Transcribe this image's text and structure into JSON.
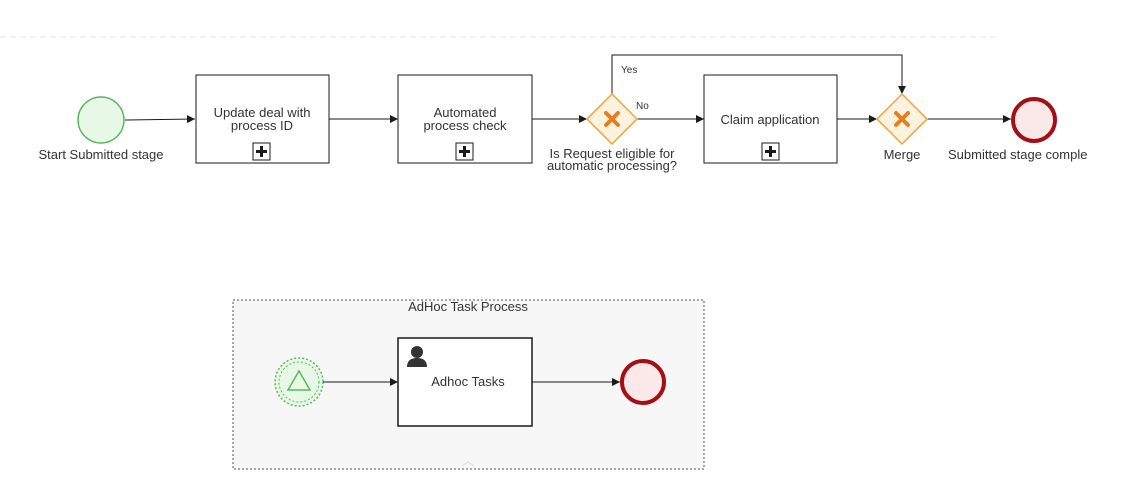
{
  "process": {
    "start_label": "Start Submitted stage",
    "task_update_line1": "Update deal with",
    "task_update_line2": "process ID",
    "task_auto_line1": "Automated",
    "task_auto_line2": "process check",
    "gateway_eligible_line1": "Is Request eligible for",
    "gateway_eligible_line2": "automatic processing?",
    "flow_yes": "Yes",
    "flow_no": "No",
    "task_claim": "Claim application",
    "gateway_merge": "Merge",
    "end_label": "Submitted stage comple"
  },
  "adhoc": {
    "title": "AdHoc Task Process",
    "task_label": "Adhoc Tasks"
  },
  "colors": {
    "start_fill": "#e8f8e6",
    "start_stroke": "#5cb85c",
    "end_fill": "#fbe9ea",
    "end_stroke": "#a40e14",
    "gateway_fill": "#fdf1df",
    "gateway_stroke": "#f0a33a",
    "gateway_marker": "#e67e22",
    "edge": "#1a1a1a"
  },
  "icons": [
    "plus-icon",
    "x-marker-icon",
    "user-icon",
    "triangle-signal-icon"
  ]
}
